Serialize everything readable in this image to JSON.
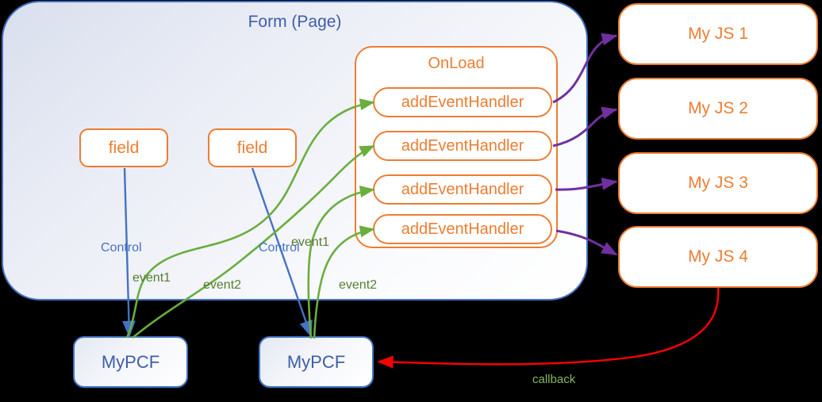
{
  "diagram_title": "Form (Page)",
  "colors": {
    "orange": "#ED7D31",
    "blue": "#4472C4",
    "blue_text": "#3D5EA9",
    "green": "#6AAE3D",
    "green_label": "#567E2F",
    "purple": "#7030A0",
    "red": "#FF0000",
    "callback": "#86B75C",
    "bg": "#000000"
  },
  "form": {
    "title": "Form (Page)"
  },
  "fields": [
    {
      "label": "field"
    },
    {
      "label": "field"
    }
  ],
  "onload": {
    "title": "OnLoad",
    "handlers": [
      {
        "label": "addEventHandler"
      },
      {
        "label": "addEventHandler"
      },
      {
        "label": "addEventHandler"
      },
      {
        "label": "addEventHandler"
      }
    ]
  },
  "js_modules": [
    {
      "label": "My JS 1"
    },
    {
      "label": "My JS 2"
    },
    {
      "label": "My JS 3"
    },
    {
      "label": "My JS 4"
    }
  ],
  "pcf_controls": [
    {
      "label": "MyPCF"
    },
    {
      "label": "MyPCF"
    }
  ],
  "edges": [
    {
      "id": "control-left",
      "from": "field-1",
      "to": "mypcf-1",
      "label": "Control",
      "color": "blue"
    },
    {
      "id": "control-right",
      "from": "field-2",
      "to": "mypcf-2",
      "label": "Control",
      "color": "blue"
    },
    {
      "id": "event1-left",
      "from": "mypcf-1",
      "to": "addEventHandler-1",
      "label": "event1",
      "color": "green"
    },
    {
      "id": "event2-left",
      "from": "mypcf-1",
      "to": "addEventHandler-2",
      "label": "event2",
      "color": "green"
    },
    {
      "id": "event1-right",
      "from": "mypcf-2",
      "to": "addEventHandler-3",
      "label": "event1",
      "color": "green"
    },
    {
      "id": "event2-right",
      "from": "mypcf-2",
      "to": "addEventHandler-4",
      "label": "event2",
      "color": "green"
    },
    {
      "id": "handler1-to-js1",
      "from": "addEventHandler-1",
      "to": "My JS 1",
      "label": "",
      "color": "purple"
    },
    {
      "id": "handler2-to-js2",
      "from": "addEventHandler-2",
      "to": "My JS 2",
      "label": "",
      "color": "purple"
    },
    {
      "id": "handler3-to-js3",
      "from": "addEventHandler-3",
      "to": "My JS 3",
      "label": "",
      "color": "purple"
    },
    {
      "id": "handler4-to-js4",
      "from": "addEventHandler-4",
      "to": "My JS 4",
      "label": "",
      "color": "purple"
    },
    {
      "id": "callback",
      "from": "My JS 4",
      "to": "mypcf-2",
      "label": "callback",
      "color": "red"
    }
  ]
}
